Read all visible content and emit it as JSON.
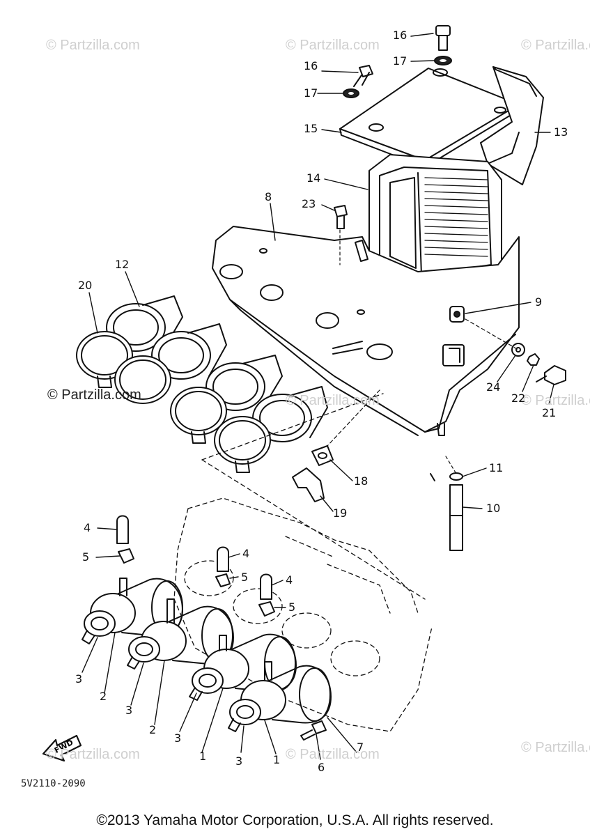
{
  "watermark_text": "© Partzilla.com",
  "fwd_label": "FWD",
  "reference_code": "5V2110-2090",
  "copyright": "©2013 Yamaha Motor Corporation, U.S.A. All rights reserved.",
  "callouts": [
    {
      "id": "c16a",
      "text": "16"
    },
    {
      "id": "c17a",
      "text": "17"
    },
    {
      "id": "c16b",
      "text": "16"
    },
    {
      "id": "c17b",
      "text": "17"
    },
    {
      "id": "c15",
      "text": "15"
    },
    {
      "id": "c13",
      "text": "13"
    },
    {
      "id": "c14",
      "text": "14"
    },
    {
      "id": "c8",
      "text": "8"
    },
    {
      "id": "c23",
      "text": "23"
    },
    {
      "id": "c12",
      "text": "12"
    },
    {
      "id": "c20",
      "text": "20"
    },
    {
      "id": "c9",
      "text": "9"
    },
    {
      "id": "c24",
      "text": "24"
    },
    {
      "id": "c22",
      "text": "22"
    },
    {
      "id": "c21",
      "text": "21"
    },
    {
      "id": "c11",
      "text": "11"
    },
    {
      "id": "c18",
      "text": "18"
    },
    {
      "id": "c10",
      "text": "10"
    },
    {
      "id": "c19",
      "text": "19"
    },
    {
      "id": "c4a",
      "text": "4"
    },
    {
      "id": "c5a",
      "text": "5"
    },
    {
      "id": "c4b",
      "text": "4"
    },
    {
      "id": "c5b",
      "text": "5"
    },
    {
      "id": "c4c",
      "text": "4"
    },
    {
      "id": "c5c",
      "text": "5"
    },
    {
      "id": "c3a",
      "text": "3"
    },
    {
      "id": "c2a",
      "text": "2"
    },
    {
      "id": "c3b",
      "text": "3"
    },
    {
      "id": "c2b",
      "text": "2"
    },
    {
      "id": "c3c",
      "text": "3"
    },
    {
      "id": "c1a",
      "text": "1"
    },
    {
      "id": "c3d",
      "text": "3"
    },
    {
      "id": "c1b",
      "text": "1"
    },
    {
      "id": "c7",
      "text": "7"
    },
    {
      "id": "c6",
      "text": "6"
    }
  ]
}
